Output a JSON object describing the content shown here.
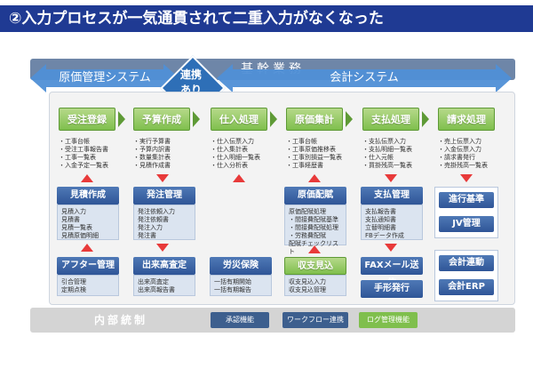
{
  "title": "②入力プロセスが一気通貫されて二重入力がなくなった",
  "band_label": "基幹業務",
  "left_arrow_label": "原価管理システム",
  "right_arrow_label": "会計システム",
  "diamond_label_1": "連携",
  "diamond_label_2": "あり",
  "processes": [
    {
      "label": "受注登録",
      "items": [
        "・工事台帳",
        "・受注工事報告書",
        "・工事一覧表",
        "・入金予定一覧表"
      ]
    },
    {
      "label": "予算作成",
      "items": [
        "・実行予算書",
        "・予算内訳書",
        "・数量集計表",
        "・見積作成書"
      ]
    },
    {
      "label": "仕入処理",
      "items": [
        "・仕入伝票入力",
        "・仕入集計表",
        "・仕入明細一覧表",
        "・仕入分析表"
      ]
    },
    {
      "label": "原価集計",
      "items": [
        "・工事台帳",
        "・工事原価推移表",
        "・工事別損益一覧表",
        "・工事経歴書"
      ]
    },
    {
      "label": "支払処理",
      "items": [
        "・支払伝票入力",
        "・支払明細一覧表",
        "・仕入元帳",
        "・買掛残高一覧表"
      ]
    },
    {
      "label": "請求処理",
      "items": [
        "・売上伝票入力",
        "・入金伝票入力",
        "・請求書発行",
        "・売掛残高一覧表"
      ]
    }
  ],
  "sub_modules": [
    {
      "label": "見積作成",
      "items": [
        "見積入力",
        "見積書",
        "見積一覧表",
        "見積原価明細"
      ]
    },
    {
      "label": "発注管理",
      "items": [
        "発注依頼入力",
        "発注依頼書",
        "発注入力",
        "発注書"
      ]
    },
    {
      "label": "原価配賦",
      "items": [
        "原価配賦処理",
        "・間接費配賦基準",
        "・間接費配賦処理",
        "・労務費配賦",
        "配賦チェックリスト"
      ]
    },
    {
      "label": "支払管理",
      "items": [
        "支払報告書",
        "支払通知書",
        "立替明細書",
        "FBデータ作成"
      ]
    }
  ],
  "right_modules": [
    "進行基準",
    "JV管理",
    "会計連動",
    "会計ERP"
  ],
  "lower_modules": [
    {
      "label": "アフター管理",
      "items": [
        "引合管理",
        "定期点検"
      ]
    },
    {
      "label": "出来高査定",
      "items": [
        "出来高査定",
        "出来高報告書"
      ]
    },
    {
      "label": "労災保険",
      "items": [
        "一括有期開始",
        "一括有期報告"
      ]
    },
    {
      "label": "収支見込",
      "items": [
        "収支見込入力",
        "収支見込管理"
      ]
    },
    {
      "label": "FAXメール送信",
      "items": []
    },
    {
      "label": "手形発行",
      "items": []
    }
  ],
  "internal_control_label": "内部統制",
  "control_items": [
    "承認機能",
    "ワークフロー連携",
    "ログ管理機能"
  ]
}
